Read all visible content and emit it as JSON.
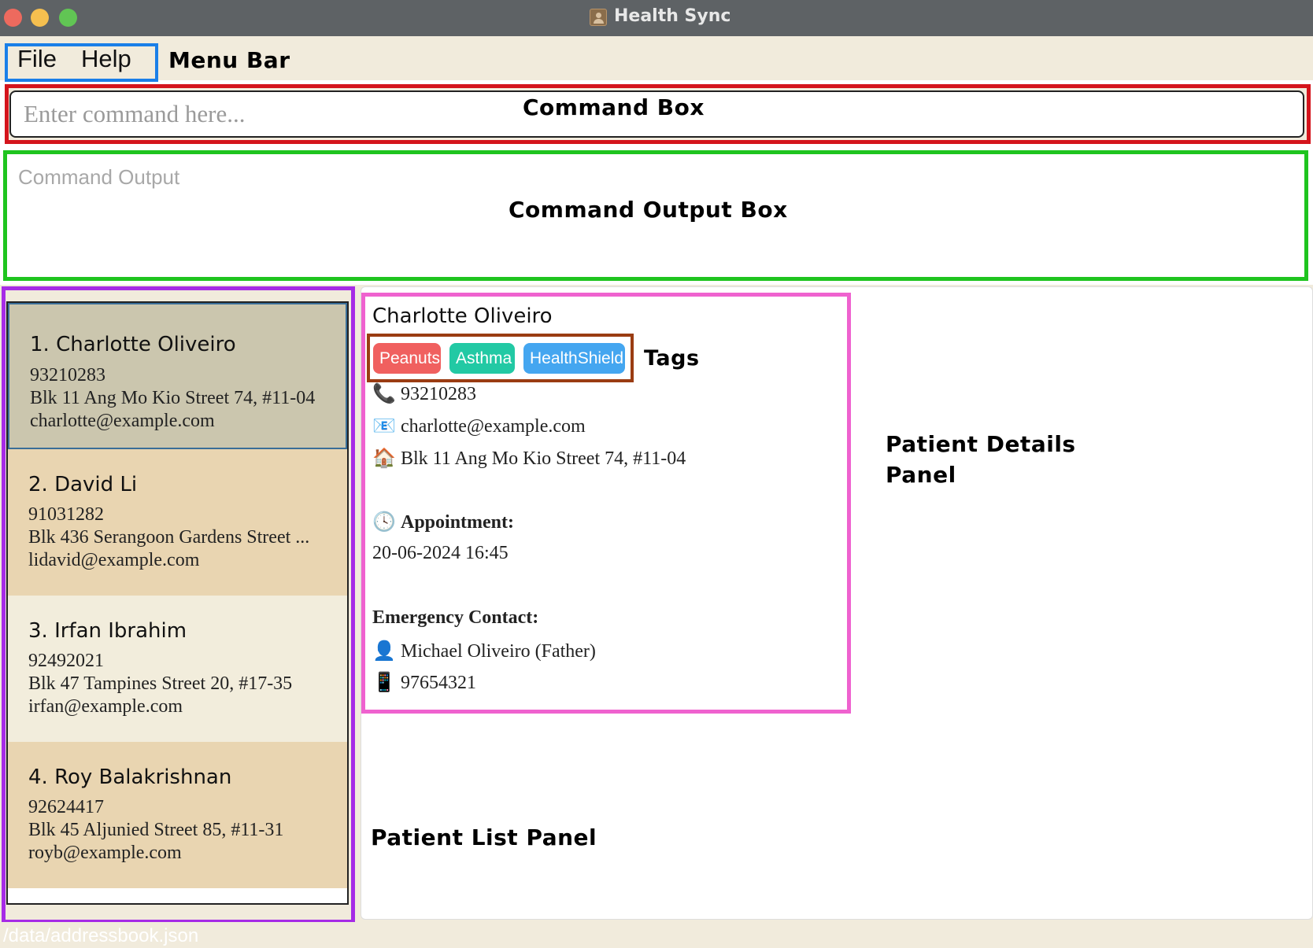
{
  "window": {
    "title": "Health Sync"
  },
  "menu": {
    "file": "File",
    "help": "Help"
  },
  "command": {
    "placeholder": "Enter command here..."
  },
  "output": {
    "placeholder": "Command Output"
  },
  "annotations": {
    "menu_bar": "Menu Bar",
    "command_box": "Command Box",
    "command_output_box": "Command Output Box",
    "tags": "Tags",
    "patient_details_1": "Patient Details",
    "patient_details_2": "Panel",
    "patient_list": "Patient List Panel"
  },
  "patients": [
    {
      "name": "1. Charlotte Oliveiro",
      "phone": "93210283",
      "address": "Blk 11 Ang Mo Kio Street 74, #11-04",
      "email": "charlotte@example.com"
    },
    {
      "name": "2. David Li",
      "phone": "91031282",
      "address": "Blk 436 Serangoon Gardens Street ...",
      "email": "lidavid@example.com"
    },
    {
      "name": "3. Irfan Ibrahim",
      "phone": "92492021",
      "address": "Blk 47 Tampines Street 20, #17-35",
      "email": "irfan@example.com"
    },
    {
      "name": "4. Roy Balakrishnan",
      "phone": "92624417",
      "address": "Blk 45 Aljunied Street 85, #11-31",
      "email": "royb@example.com"
    }
  ],
  "details": {
    "name": "Charlotte Oliveiro",
    "tags": [
      {
        "label": "Peanuts",
        "color": "#f0605f"
      },
      {
        "label": "Asthma",
        "color": "#22c9a4"
      },
      {
        "label": "HealthShield",
        "color": "#44a6f0"
      }
    ],
    "phone": "93210283",
    "email": "charlotte@example.com",
    "address": "Blk 11 Ang Mo Kio Street 74, #11-04",
    "appointment_label": "Appointment:",
    "appointment": "20-06-2024 16:45",
    "emergency_label": "Emergency Contact:",
    "emergency_name": "Michael Oliveiro (Father)",
    "emergency_phone": "97654321"
  },
  "status": {
    "path": "/data/addressbook.json"
  },
  "colors": {
    "menu_outline": "#1a7fe8",
    "command_outline": "#d4141c",
    "output_outline": "#1fc41f",
    "list_outline": "#a62be6",
    "details_outline": "#ef62cf",
    "tags_outline": "#9a3c12"
  }
}
